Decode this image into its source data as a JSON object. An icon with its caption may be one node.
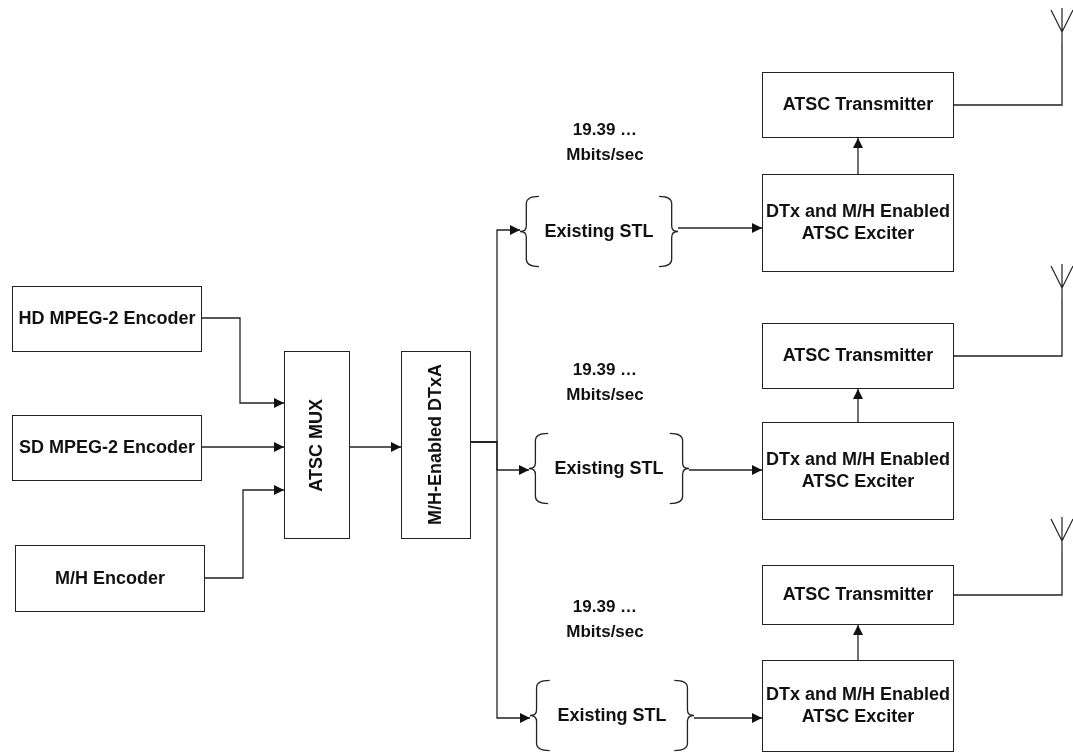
{
  "diagram": {
    "nodes": [
      {
        "text": [
          "HD MPEG-2 Encoder"
        ]
      },
      {
        "text": [
          "SD MPEG-2 Encoder"
        ]
      },
      {
        "text": [
          "M/H Encoder"
        ]
      },
      {
        "text": [
          "ATSC MUX"
        ]
      },
      {
        "text": [
          "M/H-Enabled DTxA"
        ]
      },
      {
        "text": [
          "Existing STL"
        ]
      },
      {
        "text": [
          "DTx and M/H Enabled ATSC Exciter"
        ]
      },
      {
        "text": [
          "ATSC Transmitter"
        ]
      },
      {
        "text": [],
        "shape": "antenna"
      },
      {
        "text": [
          "Existing STL"
        ]
      },
      {
        "text": [
          "DTx and M/H Enabled ATSC Exciter"
        ]
      },
      {
        "text": [
          "ATSC Transmitter"
        ]
      },
      {
        "text": [],
        "shape": "antenna"
      },
      {
        "text": [
          "Existing STL"
        ]
      },
      {
        "text": [
          "DTx and M/H Enabled ATSC Exciter"
        ]
      },
      {
        "text": [
          "ATSC Transmitter"
        ]
      },
      {
        "text": [],
        "shape": "antenna"
      }
    ],
    "edges": [
      {
        "from": 0,
        "to": 3,
        "arrow": "to"
      },
      {
        "from": 1,
        "to": 3,
        "arrow": "to"
      },
      {
        "from": 2,
        "to": 3,
        "arrow": "to"
      },
      {
        "from": 3,
        "to": 4,
        "arrow": "to"
      },
      {
        "from": 4,
        "to": 5,
        "arrow": "to"
      },
      {
        "from": 4,
        "to": 9,
        "arrow": "to"
      },
      {
        "from": 4,
        "to": 13,
        "arrow": "to"
      },
      {
        "from": 5,
        "to": 6,
        "arrow": "to"
      },
      {
        "from": 6,
        "to": 7,
        "arrow": "to"
      },
      {
        "from": 7,
        "to": 8,
        "arrow": "none"
      },
      {
        "from": 9,
        "to": 10,
        "arrow": "to"
      },
      {
        "from": 10,
        "to": 11,
        "arrow": "to"
      },
      {
        "from": 11,
        "to": 12,
        "arrow": "none"
      },
      {
        "from": 13,
        "to": 14,
        "arrow": "to"
      },
      {
        "from": 14,
        "to": 15,
        "arrow": "to"
      },
      {
        "from": 15,
        "to": 16,
        "arrow": "none"
      }
    ],
    "labels": [
      "19.39 … Mbits/sec",
      "19.39 … Mbits/sec",
      "19.39 … Mbits/sec"
    ]
  }
}
